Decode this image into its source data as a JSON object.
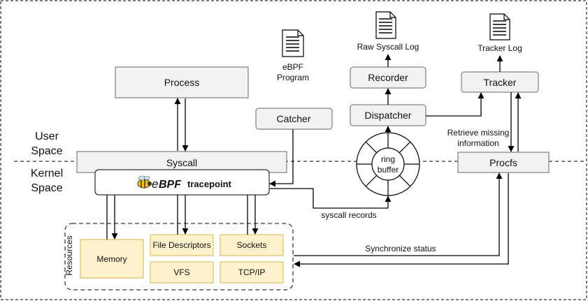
{
  "labels": {
    "user_space_line1": "User",
    "user_space_line2": "Space",
    "kernel_space_line1": "Kernel",
    "kernel_space_line2": "Space"
  },
  "boxes": {
    "process": "Process",
    "syscall": "Syscall",
    "ebpf_prefix": "e",
    "ebpf_bpf": "BPF",
    "ebpf_suffix": "tracepoint",
    "catcher": "Catcher",
    "dispatcher": "Dispatcher",
    "recorder": "Recorder",
    "tracker": "Tracker",
    "procfs": "Procfs",
    "ring_buffer_line1": "ring",
    "ring_buffer_line2": "buffer"
  },
  "documents": {
    "ebpf_program_line1": "eBPF",
    "ebpf_program_line2": "Program",
    "raw_syscall_log": "Raw Syscall Log",
    "tracker_log": "Tracker Log"
  },
  "resources": {
    "title": "Resources",
    "memory": "Memory",
    "file_descriptors": "File Descriptors",
    "sockets": "Sockets",
    "vfs": "VFS",
    "tcpip": "TCP/IP"
  },
  "edge_labels": {
    "syscall_records": "syscall records",
    "synchronize_status": "Synchronize status",
    "retrieve_line1": "Retrieve missing",
    "retrieve_line2": "information"
  },
  "colors": {
    "box_fill": "#f2f2f2",
    "box_stroke": "#666666",
    "resource_fill": "#fff2cc",
    "resource_stroke": "#d6b656",
    "bee_body": "#f4c20d"
  }
}
